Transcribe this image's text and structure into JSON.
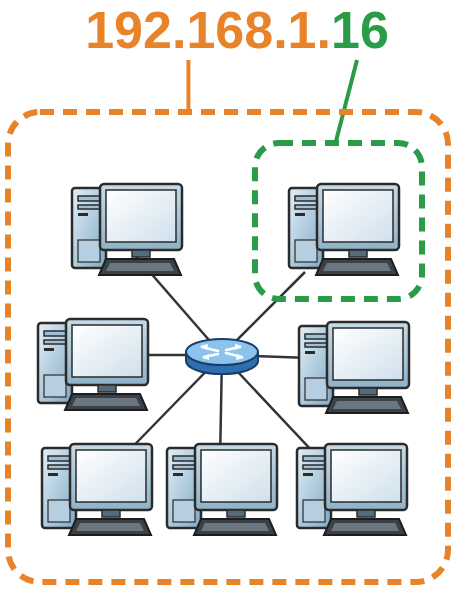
{
  "diagram": {
    "nodes": [
      {
        "text": [
          "192.168.1."
        ]
      },
      {
        "text": [
          "16"
        ],
        "in": 0
      }
    ]
  }
}
